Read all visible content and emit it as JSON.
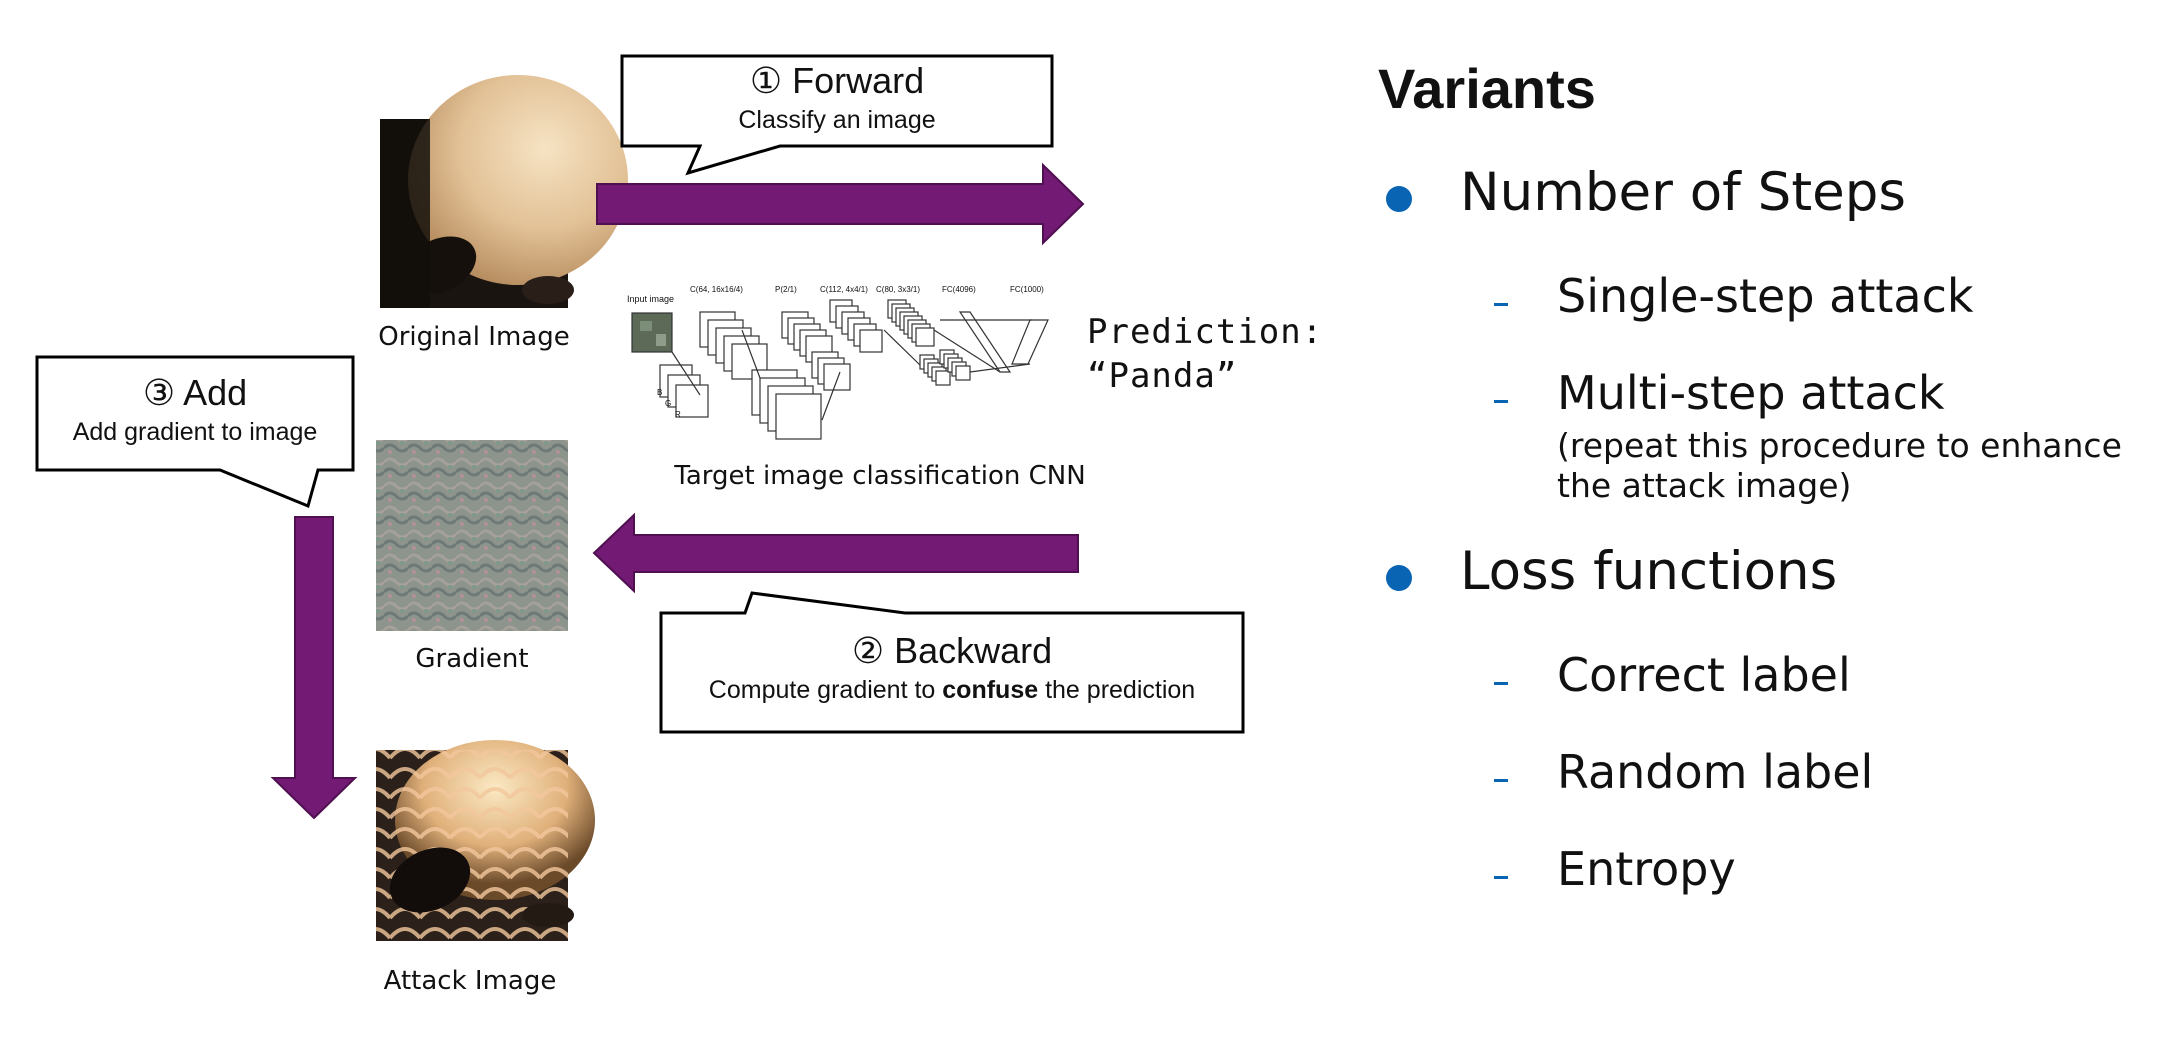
{
  "colors": {
    "arrow": "#731a74",
    "bullet": "#0a64b4",
    "dash": "#0a64b4"
  },
  "diagram": {
    "original_caption": "Original Image",
    "gradient_caption": "Gradient",
    "attack_caption": "Attack Image",
    "cnn_caption": "Target image classification CNN",
    "prediction_label": "Prediction:",
    "prediction_value": "“Panda”",
    "forward": {
      "title": "① Forward",
      "subtitle": "Classify an image"
    },
    "backward": {
      "title": "② Backward",
      "subtitle_pre": "Compute gradient to ",
      "subtitle_bold": "confuse",
      "subtitle_post": " the prediction"
    },
    "add": {
      "title": "③ Add",
      "subtitle": "Add gradient to image"
    },
    "cnn_labels": {
      "input": "Input image",
      "c1": "C(64, 16x16/4)",
      "p1": "P(2/1)",
      "c2": "C(112, 4x4/1)",
      "c3": "C(80, 3x3/1)",
      "fc1": "FC(4096)",
      "fc2": "FC(1000)",
      "b": "B",
      "g": "G",
      "r": "R"
    }
  },
  "variants": {
    "heading": "Variants",
    "groups": [
      {
        "label": "Number of Steps",
        "items": [
          {
            "label": "Single-step attack"
          },
          {
            "label": "Multi-step attack",
            "note_line1": "(repeat this procedure to enhance",
            "note_line2": "the attack image)"
          }
        ]
      },
      {
        "label": "Loss functions",
        "items": [
          {
            "label": "Correct label"
          },
          {
            "label": "Random label"
          },
          {
            "label": "Entropy"
          }
        ]
      }
    ]
  }
}
